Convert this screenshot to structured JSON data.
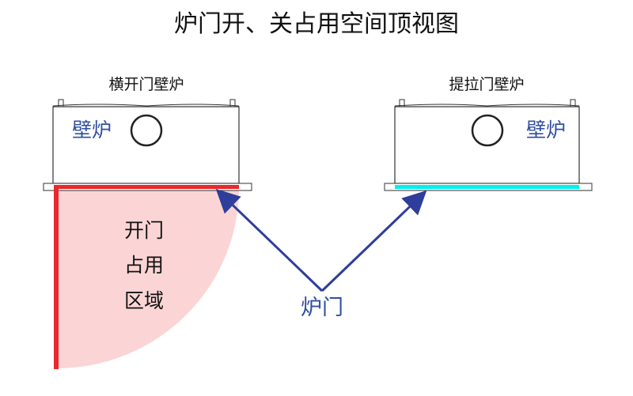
{
  "title": "炉门开、关占用空间顶视图",
  "left": {
    "caption": "横开门壁炉",
    "label": "壁炉",
    "area_lines": [
      "开门",
      "占用",
      "区域"
    ]
  },
  "right": {
    "caption": "提拉门壁炉",
    "label": "壁炉"
  },
  "door_label": "炉门",
  "colors": {
    "door_red": "#e8282c",
    "area_pink": "#fbd5d5",
    "door_cyan": "#00f0f0",
    "arrow_blue": "#2e3e9a",
    "label_blue": "#2f4ea0"
  }
}
